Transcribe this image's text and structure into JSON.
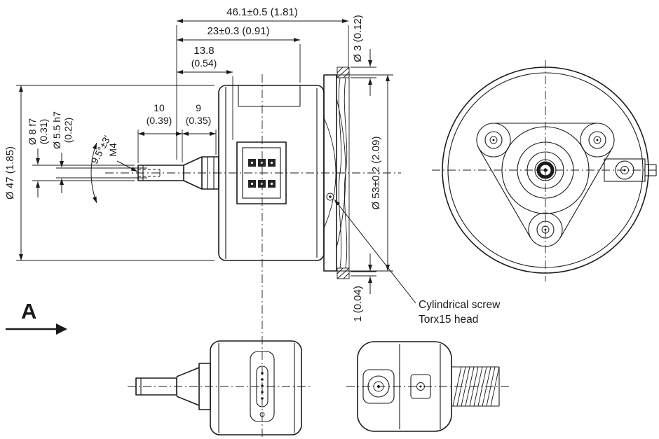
{
  "colors": {
    "line": "#1a1a1a",
    "background": "#ffffff"
  },
  "labels": {
    "dim_overall": "46.1±0.5 (1.81)",
    "dim_23": "23±0.3 (0.91)",
    "dim_13_8_mm": "13.8",
    "dim_13_8_in": "(0.54)",
    "dim_10_mm": "10",
    "dim_10_in": "(0.39)",
    "dim_9_mm": "9",
    "dim_9_in": "(0.35)",
    "dia_3": "Ø 3 (0.12)",
    "dia_8_mm": "Ø 8 f7",
    "dia_8_in": "(0.31)",
    "dia_5_5_mm": "Ø 5.5 h7",
    "dia_5_5_in": "(0.22)",
    "angle": "9.5°±3'",
    "thread": "M4",
    "dia_47": "Ø 47 (1.85)",
    "dia_53": "Ø 53±0.2 (2.09)",
    "dim_1": "1 (0.04)",
    "annotation_line1": "Cylindrical screw",
    "annotation_line2": "Torx15 head",
    "view_label": "A"
  }
}
